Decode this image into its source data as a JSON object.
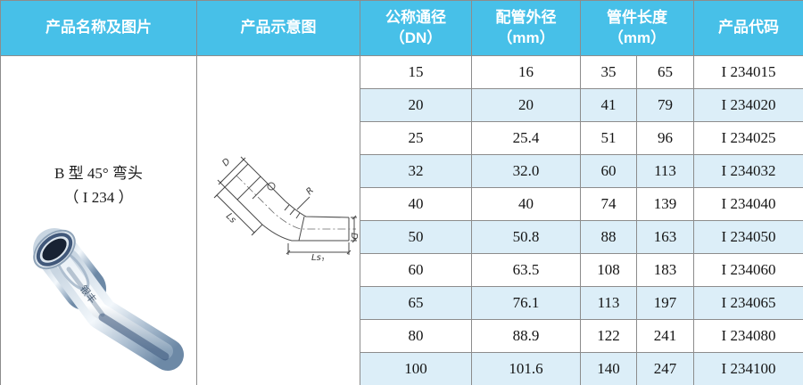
{
  "colors": {
    "header_bg": "#47c0e8",
    "stripe_bg": "#dceef8",
    "border": "#8c8c8c",
    "header_text": "#ffffff",
    "body_text": "#141414"
  },
  "product": {
    "name": "B 型 45° 弯头",
    "code": "（ I 234 ）",
    "photo_mark": "银丰"
  },
  "diagram": {
    "labels": {
      "d_top": "D",
      "ls": "Ls",
      "r": "R",
      "ls1_base": "Ls",
      "ls1_sub": "1",
      "d_right": "D"
    }
  },
  "table": {
    "headers": {
      "col1": "产品名称及图片",
      "col2": "产品示意图",
      "col3_line1": "公称通径",
      "col3_line2": "（DN）",
      "col4_line1": "配管外径",
      "col4_line2": "（mm）",
      "col5_line1": "管件长度",
      "col5_line2": "（mm）",
      "col6": "产品代码"
    },
    "rows": [
      {
        "dn": "15",
        "od": "16",
        "len_a": "35",
        "len_b": "65",
        "code": "I 234015"
      },
      {
        "dn": "20",
        "od": "20",
        "len_a": "41",
        "len_b": "79",
        "code": "I 234020"
      },
      {
        "dn": "25",
        "od": "25.4",
        "len_a": "51",
        "len_b": "96",
        "code": "I 234025"
      },
      {
        "dn": "32",
        "od": "32.0",
        "len_a": "60",
        "len_b": "113",
        "code": "I 234032"
      },
      {
        "dn": "40",
        "od": "40",
        "len_a": "74",
        "len_b": "139",
        "code": "I 234040"
      },
      {
        "dn": "50",
        "od": "50.8",
        "len_a": "88",
        "len_b": "163",
        "code": "I 234050"
      },
      {
        "dn": "60",
        "od": "63.5",
        "len_a": "108",
        "len_b": "183",
        "code": "I 234060"
      },
      {
        "dn": "65",
        "od": "76.1",
        "len_a": "113",
        "len_b": "197",
        "code": "I 234065"
      },
      {
        "dn": "80",
        "od": "88.9",
        "len_a": "122",
        "len_b": "241",
        "code": "I 234080"
      },
      {
        "dn": "100",
        "od": "101.6",
        "len_a": "140",
        "len_b": "247",
        "code": "I 234100"
      }
    ]
  }
}
